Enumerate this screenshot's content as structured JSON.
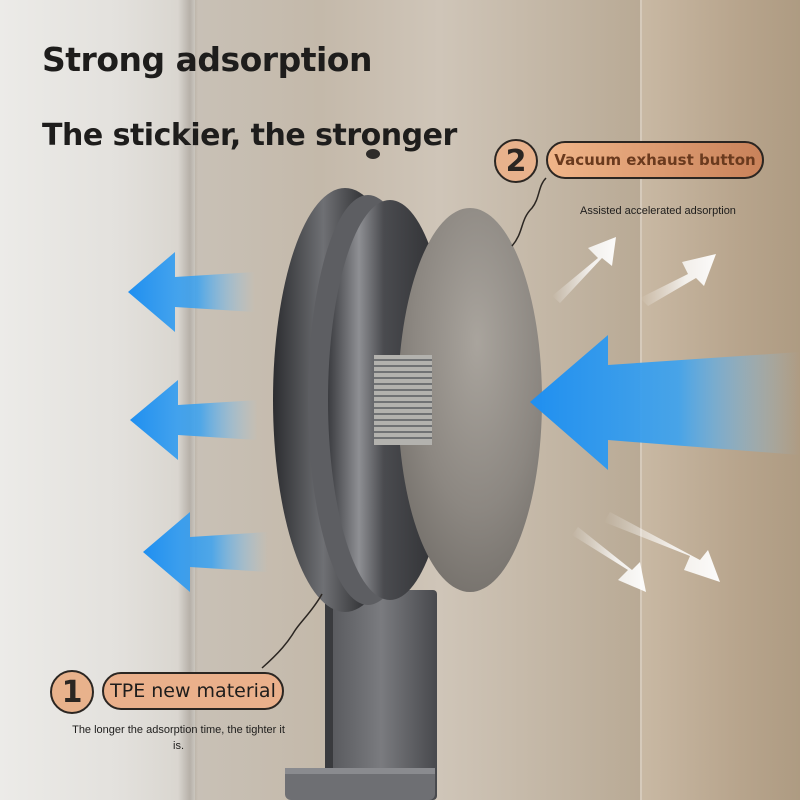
{
  "headline": {
    "line1": "Strong adsorption",
    "line2": "The stickier, the stronger"
  },
  "callouts": [
    {
      "number": "2",
      "label": "Vacuum exhaust button",
      "description": "Assisted accelerated adsorption"
    },
    {
      "number": "1",
      "label": "TPE new material",
      "description": "The longer the adsorption time, the tighter it is."
    }
  ],
  "colors": {
    "accent_blue": "#2a8fe6",
    "callout_orange": "#e8b28c",
    "text_dark": "#1e1d1c"
  },
  "icons": [
    "left-arrow-icon",
    "white-arrow-icon",
    "suction-cup-hook"
  ]
}
